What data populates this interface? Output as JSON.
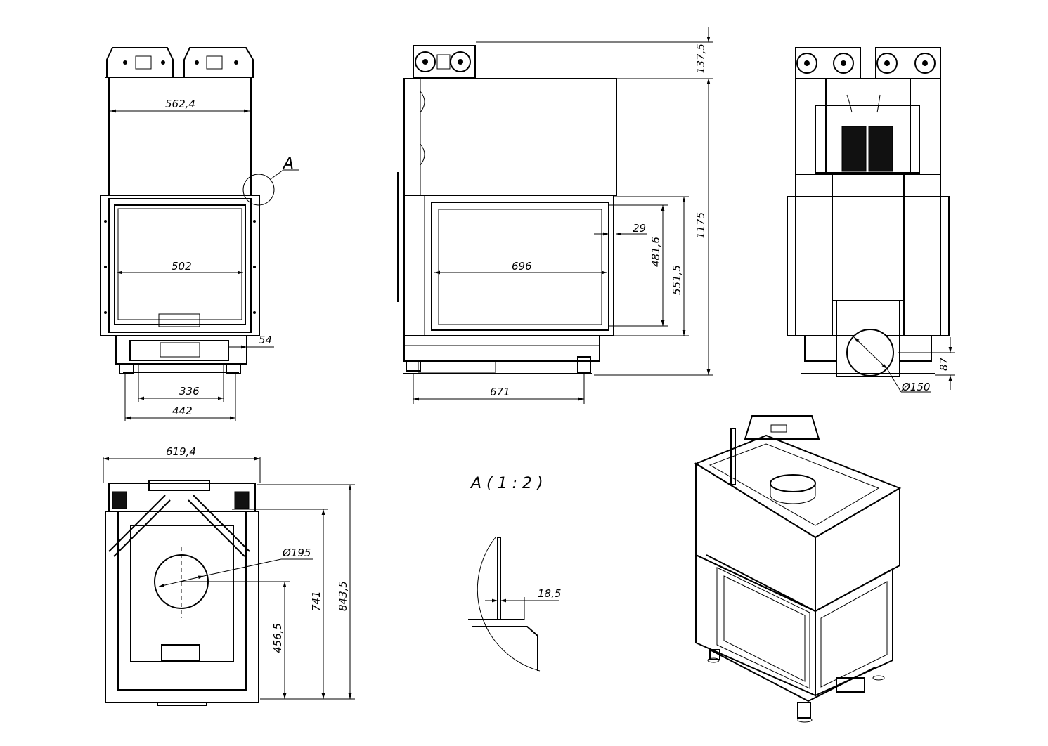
{
  "front_view": {
    "dims": [
      "562,4",
      "502",
      "54",
      "336",
      "442"
    ],
    "detail_callout": "A"
  },
  "side_view": {
    "dims": [
      "137,5",
      "1175",
      "29",
      "481,6",
      "551,5",
      "696",
      "671"
    ]
  },
  "back_view": {
    "dims": [
      "87",
      "Ø150"
    ]
  },
  "top_view": {
    "dims": [
      "619,4",
      "Ø195",
      "456,5",
      "741",
      "843,5"
    ]
  },
  "detail_view": {
    "title": "A ( 1 : 2 )",
    "dims": [
      "18,5"
    ]
  }
}
